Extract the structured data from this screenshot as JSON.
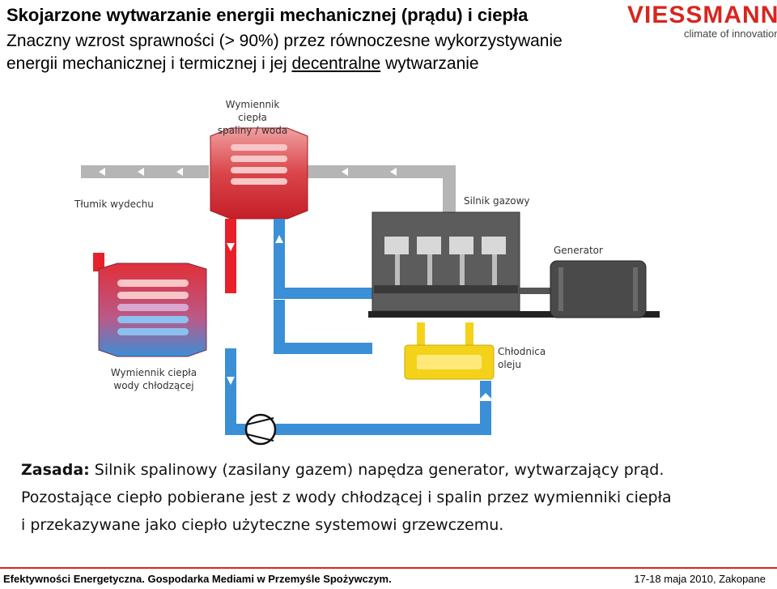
{
  "header": {
    "title": "Skojarzone wytwarzanie energii mechanicznej (prądu) i ciepła",
    "subtitle_part1": "Znaczny wzrost sprawności (> 90%) przez równoczesne wykorzystywanie energii mechanicznej i termicznej i jej ",
    "subtitle_underlined": "decentralne",
    "subtitle_part2": " wytwarzanie"
  },
  "logo": {
    "word": "VIESSMANN",
    "tagline": "climate of innovation"
  },
  "diagram": {
    "labels": {
      "exhaust_exchanger_line1": "Wymiennik ciepła",
      "exhaust_exchanger_line2": "spaliny / woda",
      "muffler": "Tłumik wydechu",
      "gas_engine": "Silnik gazowy",
      "generator": "Generator",
      "coolant_exchanger_line1": "Wymiennik ciepła",
      "coolant_exchanger_line2": "wody chłodzącej",
      "oil_cooler_line1": "Chłodnica",
      "oil_cooler_line2": "oleju"
    },
    "colors": {
      "hot_water": "#e8202a",
      "cold_water": "#3a8fd6",
      "exhaust": "#b5b5b5",
      "oil": "#f4d21a",
      "engine": "#5c5c5c",
      "generator": "#4a4a4a"
    }
  },
  "principle": {
    "label": "Zasada:",
    "line1": " Silnik spalinowy (zasilany gazem) napędza generator, wytwarzający prąd.",
    "line2": "Pozostające ciepło pobierane jest z wody chłodzącej i spalin przez wymienniki ciepła",
    "line3": "i przekazywane jako ciepło użyteczne systemowi grzewczemu."
  },
  "footer": {
    "left": "Efektywności Energetyczna. Gospodarka Mediami w Przemyśle Spożywczym.",
    "right": "17-18 maja 2010, Zakopane"
  }
}
